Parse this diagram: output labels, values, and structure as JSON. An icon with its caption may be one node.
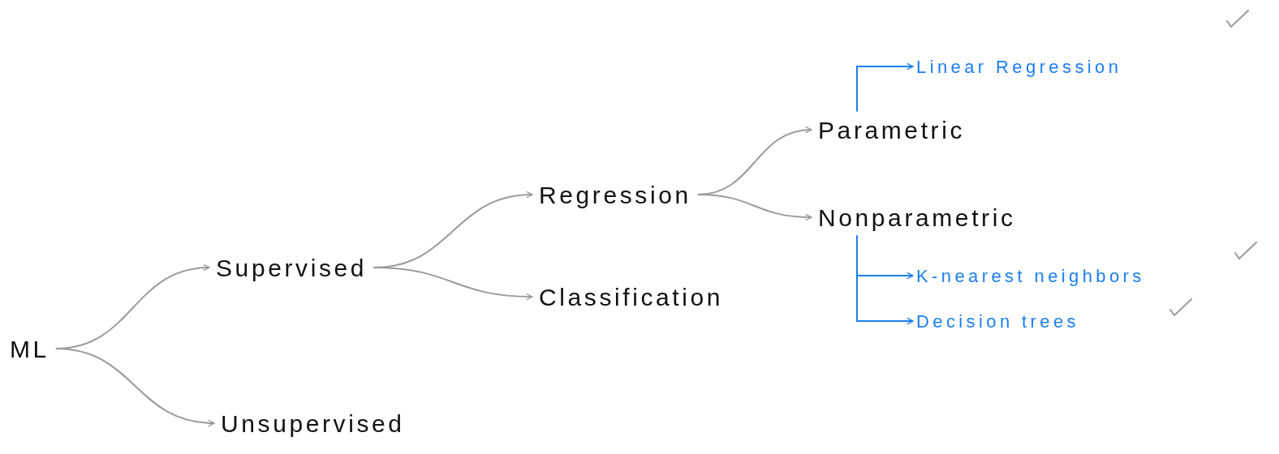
{
  "diagram": {
    "nodes": [
      {
        "text": [
          "ML"
        ]
      },
      {
        "text": [
          "Supervised"
        ]
      },
      {
        "text": [
          "Unsupervised"
        ]
      },
      {
        "text": [
          "Regression"
        ]
      },
      {
        "text": [
          "Classification"
        ]
      },
      {
        "text": [
          "Parametric"
        ]
      },
      {
        "text": [
          "Nonparametric"
        ]
      },
      {
        "text": [
          "Linear Regression"
        ]
      },
      {
        "text": [
          "K-nearest neighbors"
        ]
      },
      {
        "text": [
          "Decision trees"
        ]
      }
    ],
    "edges": [
      {
        "from": 0,
        "to": 1,
        "arrow": "to"
      },
      {
        "from": 0,
        "to": 2,
        "arrow": "to"
      },
      {
        "from": 1,
        "to": 3,
        "arrow": "to"
      },
      {
        "from": 1,
        "to": 4,
        "arrow": "to"
      },
      {
        "from": 3,
        "to": 5,
        "arrow": "to"
      },
      {
        "from": 3,
        "to": 6,
        "arrow": "to"
      },
      {
        "from": 5,
        "to": 7,
        "arrow": "to",
        "color": "#1a7ff0"
      },
      {
        "from": 6,
        "to": 8,
        "arrow": "to",
        "color": "#1a7ff0"
      },
      {
        "from": 6,
        "to": 9,
        "arrow": "to",
        "color": "#1a7ff0"
      }
    ]
  }
}
